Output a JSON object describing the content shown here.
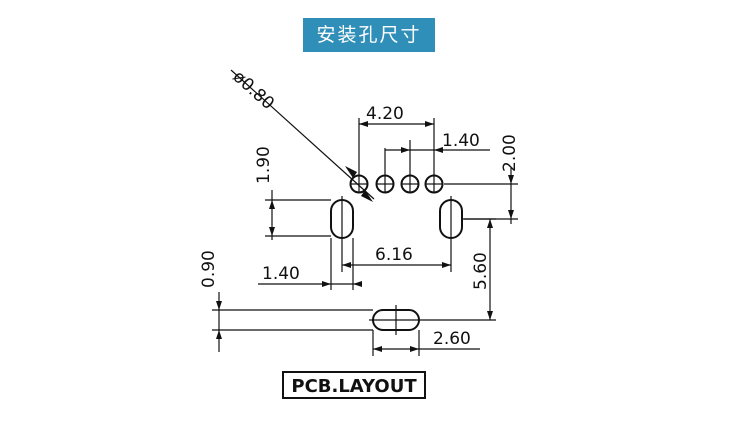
{
  "title": "安装孔尺寸",
  "footer_label": "PCB.LAYOUT",
  "dimensions": {
    "hole_diameter": "ø0.80",
    "pin_span": "4.20",
    "pin_pitch": "1.40",
    "top_offset": "2.00",
    "left_offset": "1.90",
    "slot_spacing": "6.16",
    "slot_width": "1.40",
    "slot_vertical": "5.60",
    "slot_height": "0.90",
    "slot_length": "2.60"
  }
}
